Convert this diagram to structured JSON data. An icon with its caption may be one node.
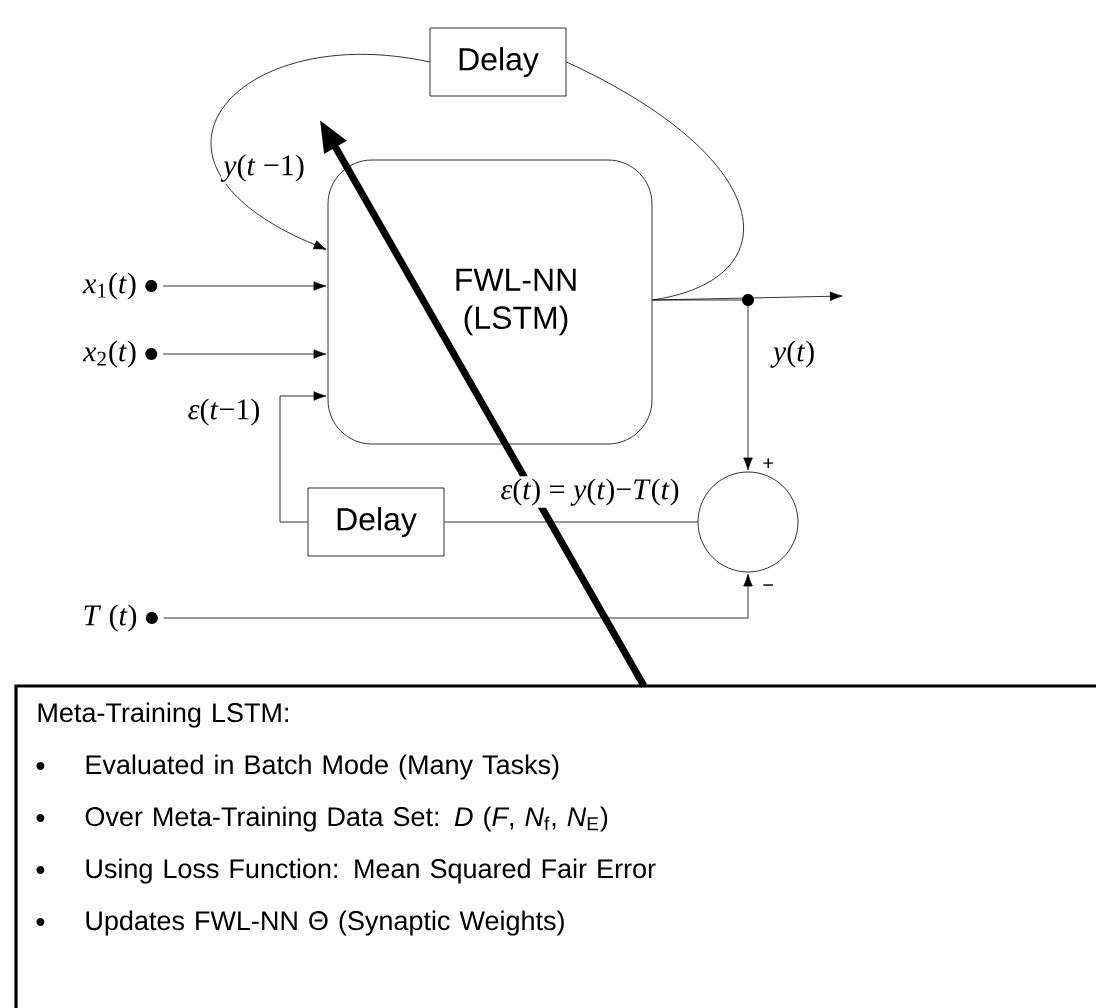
{
  "diagram": {
    "nodes": [
      {
        "text": [
          "Delay"
        ]
      },
      {
        "text": [
          "FWL-NN (LSTM)"
        ]
      },
      {
        "text": [
          "*x*$_{1}$(*t*)"
        ]
      },
      {
        "text": [
          "*x*$_{2}$(*t*)"
        ]
      },
      {
        "text": [
          "Delay"
        ]
      },
      {
        "text": [],
        "shape": "circle"
      },
      {
        "text": [
          "*T* (*t*)"
        ]
      },
      {
        "text": [
          "Meta-Training LSTM:",
          "Evaluated in Batch Mode (Many Tasks)",
          "Over Meta-Training Data Set: *D* (*F*, *N*$_{f}$, *N*$_{E}$)",
          "Using Loss Function: Mean Squared Fair Error",
          "Updates FWL-NN Θ (Synaptic Weights)"
        ]
      }
    ],
    "edges": [
      {
        "from": 1,
        "to": 0,
        "arrow": "none"
      },
      {
        "from": 0,
        "to": 1,
        "arrow": "to",
        "label": "*y*(*t* −1)"
      },
      {
        "from": 2,
        "to": 1,
        "arrow": "to"
      },
      {
        "from": 3,
        "to": 1,
        "arrow": "to"
      },
      {
        "from": 4,
        "to": 1,
        "arrow": "to",
        "label": "*ε*(*t*−1)"
      },
      {
        "from": 1,
        "to": null,
        "arrow": "to"
      },
      {
        "from": 1,
        "to": 5,
        "arrow": "to",
        "label": "*y*(*t*)"
      },
      {
        "from": 5,
        "to": 4,
        "arrow": "none",
        "label": "*ε*(*t*) = *y*(*t*)−*T*(*t*)"
      },
      {
        "from": 6,
        "to": 5,
        "arrow": "to"
      },
      {
        "from": 7,
        "to": 1,
        "arrow": "to",
        "style": "thick"
      }
    ],
    "labels": [
      "+",
      "−"
    ]
  }
}
